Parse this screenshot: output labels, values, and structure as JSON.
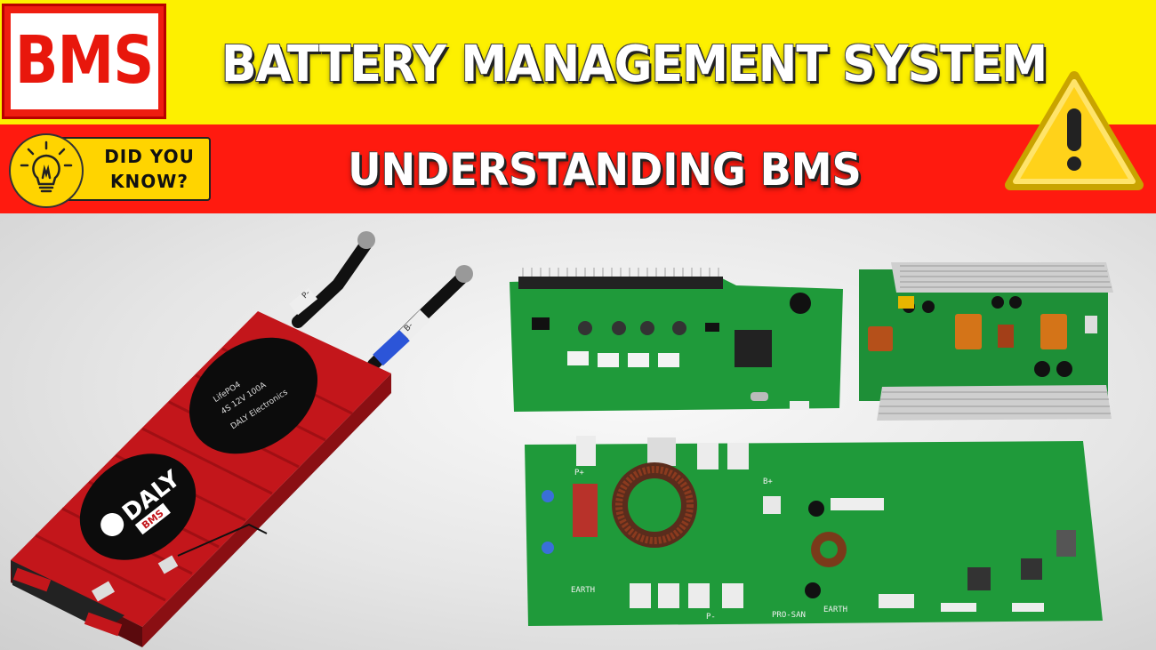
{
  "header": {
    "badge": "BMS",
    "title": "BATTERY MANAGEMENT SYSTEM",
    "subtitle": "UNDERSTANDING BMS",
    "did_you_know_line1": "DID YOU",
    "did_you_know_line2": "KNOW?",
    "warning_icon": "warning-triangle-icon",
    "bulb_icon": "lightbulb-icon"
  },
  "colors": {
    "yellow": "#fdf000",
    "red": "#ff1a0f",
    "pack_red": "#c3161b",
    "pcb_green": "#1f9a3a"
  },
  "battery_pack": {
    "logo": "DALY",
    "sub_logo": "BMS",
    "label_line1": "LifePO4",
    "label_line2": "4S 12V 100A",
    "label_line3": "DALY Electronics",
    "terminal_neg": "P-",
    "terminal_pos": "B-"
  },
  "boards": {
    "lower_labels": [
      "P+",
      "B+",
      "EARTH",
      "P-",
      "PRO-SAN",
      "EARTH"
    ]
  }
}
